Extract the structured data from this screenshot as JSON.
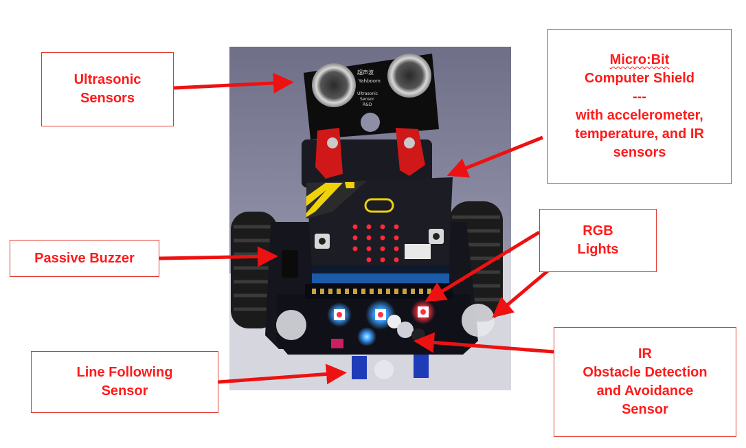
{
  "labels": {
    "ultrasonic": [
      "Ultrasonic",
      "Sensors"
    ],
    "microbit": [
      "Micro:Bit",
      "Computer Shield",
      "---",
      "with accelerometer,",
      "temperature, and IR",
      "sensors"
    ],
    "buzzer": [
      "Passive Buzzer"
    ],
    "rgb": [
      "RGB",
      "Lights"
    ],
    "line": [
      "Line Following",
      "Sensor"
    ],
    "ir": [
      "IR",
      "Obstacle Detection",
      "and Avoidance",
      "Sensor"
    ]
  },
  "photo": {
    "sensor_board_text": [
      "超声波",
      "Yahboom",
      "Ultrasonic",
      "Sensor",
      "R&D"
    ]
  },
  "colors": {
    "label_text": "#ff1a1a",
    "box_border": "#e0362c",
    "arrow": "#ee1111"
  }
}
